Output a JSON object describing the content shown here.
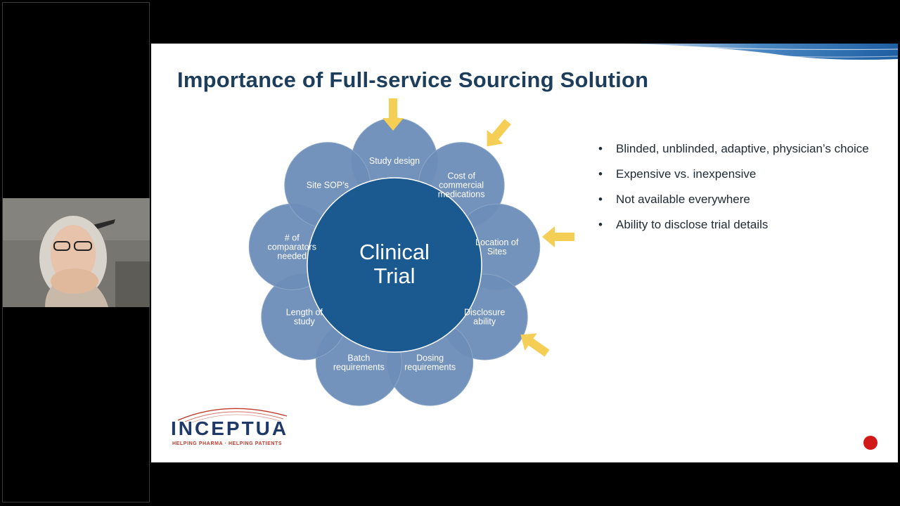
{
  "slide": {
    "title": "Importance of Full-service Sourcing Solution",
    "center_label_line1": "Clinical",
    "center_label_line2": "Trial",
    "petals": [
      {
        "lines": [
          "Study design"
        ]
      },
      {
        "lines": [
          "Cost of",
          "commercial",
          "medications"
        ]
      },
      {
        "lines": [
          "Location of",
          "Sites"
        ]
      },
      {
        "lines": [
          "Disclosure",
          "ability"
        ]
      },
      {
        "lines": [
          "Dosing",
          "requirements"
        ]
      },
      {
        "lines": [
          "Batch",
          "requirements"
        ]
      },
      {
        "lines": [
          "Length of",
          "study"
        ]
      },
      {
        "lines": [
          "# of",
          "comparators",
          "needed"
        ]
      },
      {
        "lines": [
          "Site SOP’s"
        ]
      }
    ],
    "bullets": [
      "Blinded, unblinded, adaptive, physician’s choice",
      "Expensive vs. inexpensive",
      "Not available everywhere",
      "Ability to disclose trial details"
    ],
    "bullet_glyph": "•",
    "logo": {
      "name": "INCEPTUA",
      "tagline": "HELPING PHARMA · HELPING PATIENTS"
    }
  },
  "colors": {
    "petal": "#6b8db8",
    "petal_stroke": "#8aa6c8",
    "center": "#1b5a91",
    "arrow": "#f5cf55",
    "title": "#1d3d5c",
    "wave": "#2f6fb0"
  }
}
